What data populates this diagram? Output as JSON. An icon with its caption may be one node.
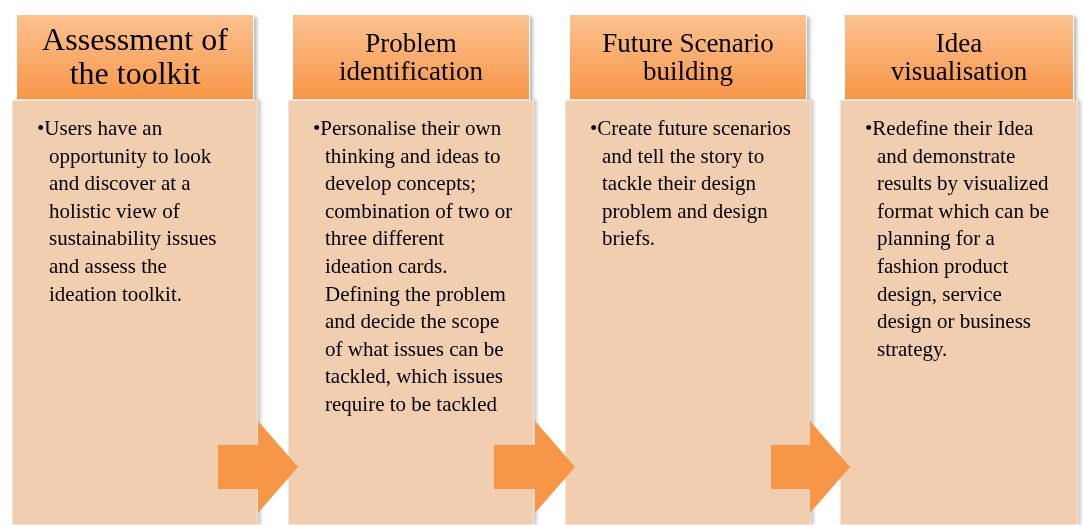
{
  "diagram": {
    "nodes": [
      {
        "text": [
          "Assessment of the toolkit"
        ]
      },
      {
        "text": [
          "•Users have an opportunity to look and discover at a holistic view of sustainability issues and assess the ideation toolkit."
        ]
      },
      {
        "text": [
          "Problem identification"
        ]
      },
      {
        "text": [
          "•Personalise their own thinking and ideas to develop concepts; combination of two or three different ideation cards. Defining the problem and decide the scope of what issues can be tackled, which issues require to be tackled"
        ]
      },
      {
        "text": [
          "Future Scenario building"
        ]
      },
      {
        "text": [
          "•Create future scenarios and tell the story to tackle their design problem and design briefs."
        ]
      },
      {
        "text": [
          "Idea visualisation"
        ]
      },
      {
        "text": [
          "•Redefine their Idea and demonstrate results by visualized format which can be planning for a fashion product design, service design or business strategy."
        ]
      }
    ],
    "edges": [
      {
        "from": 1,
        "to": 3,
        "arrow": "to"
      },
      {
        "from": 3,
        "to": 5,
        "arrow": "to"
      },
      {
        "from": 5,
        "to": 7,
        "arrow": "to"
      }
    ]
  }
}
